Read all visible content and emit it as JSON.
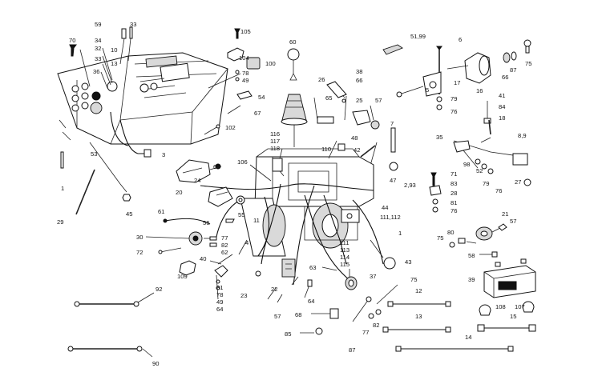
{
  "diagram": {
    "labels": [
      {
        "id": "59",
        "text": "59"
      },
      {
        "id": "33a",
        "text": "33"
      },
      {
        "id": "70",
        "text": "70"
      },
      {
        "id": "34",
        "text": "34"
      },
      {
        "id": "32",
        "text": "32"
      },
      {
        "id": "10",
        "text": "10"
      },
      {
        "id": "33b",
        "text": "33"
      },
      {
        "id": "36",
        "text": "36"
      },
      {
        "id": "13a",
        "text": "13"
      },
      {
        "id": "53",
        "text": "53"
      },
      {
        "id": "3",
        "text": "3"
      },
      {
        "id": "1a",
        "text": "1"
      },
      {
        "id": "29",
        "text": "29"
      },
      {
        "id": "45",
        "text": "45"
      },
      {
        "id": "105",
        "text": "105"
      },
      {
        "id": "104",
        "text": "104"
      },
      {
        "id": "78a",
        "text": "78"
      },
      {
        "id": "49a",
        "text": "49"
      },
      {
        "id": "100",
        "text": "100"
      },
      {
        "id": "54",
        "text": "54"
      },
      {
        "id": "67a",
        "text": "67"
      },
      {
        "id": "102",
        "text": "102"
      },
      {
        "id": "60a",
        "text": "60"
      },
      {
        "id": "26",
        "text": "26"
      },
      {
        "id": "38",
        "text": "38"
      },
      {
        "id": "66",
        "text": "66"
      },
      {
        "id": "65",
        "text": "65"
      },
      {
        "id": "25",
        "text": "25"
      },
      {
        "id": "57a",
        "text": "57"
      },
      {
        "id": "116",
        "text": "116"
      },
      {
        "id": "117",
        "text": "117"
      },
      {
        "id": "118",
        "text": "118"
      },
      {
        "id": "110",
        "text": "110"
      },
      {
        "id": "48",
        "text": "48"
      },
      {
        "id": "42",
        "text": "42"
      },
      {
        "id": "7",
        "text": "7"
      },
      {
        "id": "47",
        "text": "47"
      },
      {
        "id": "2_93",
        "text": "2,93"
      },
      {
        "id": "44",
        "text": "44"
      },
      {
        "id": "111_112",
        "text": "111,112"
      },
      {
        "id": "1b",
        "text": "1"
      },
      {
        "id": "106",
        "text": "106"
      },
      {
        "id": "24",
        "text": "24"
      },
      {
        "id": "60b",
        "text": "60"
      },
      {
        "id": "20",
        "text": "20"
      },
      {
        "id": "55",
        "text": "55"
      },
      {
        "id": "11",
        "text": "11"
      },
      {
        "id": "61",
        "text": "61"
      },
      {
        "id": "56",
        "text": "56"
      },
      {
        "id": "30",
        "text": "30"
      },
      {
        "id": "77a",
        "text": "77"
      },
      {
        "id": "82a",
        "text": "82"
      },
      {
        "id": "62",
        "text": "62"
      },
      {
        "id": "72",
        "text": "72"
      },
      {
        "id": "40",
        "text": "40"
      },
      {
        "id": "4",
        "text": "4"
      },
      {
        "id": "109",
        "text": "109"
      },
      {
        "id": "31",
        "text": "31"
      },
      {
        "id": "78b",
        "text": "78"
      },
      {
        "id": "49b",
        "text": "49"
      },
      {
        "id": "64a",
        "text": "64"
      },
      {
        "id": "23",
        "text": "23"
      },
      {
        "id": "22",
        "text": "22"
      },
      {
        "id": "57b",
        "text": "57"
      },
      {
        "id": "111",
        "text": "111"
      },
      {
        "id": "113",
        "text": "113"
      },
      {
        "id": "114",
        "text": "114"
      },
      {
        "id": "115",
        "text": "115"
      },
      {
        "id": "43",
        "text": "43"
      },
      {
        "id": "63",
        "text": "63"
      },
      {
        "id": "37",
        "text": "37"
      },
      {
        "id": "64b",
        "text": "64"
      },
      {
        "id": "68",
        "text": "68"
      },
      {
        "id": "85",
        "text": "85"
      },
      {
        "id": "87a",
        "text": "87"
      },
      {
        "id": "77b",
        "text": "77"
      },
      {
        "id": "82b",
        "text": "82"
      },
      {
        "id": "75a",
        "text": "75"
      },
      {
        "id": "12",
        "text": "12"
      },
      {
        "id": "13b",
        "text": "13"
      },
      {
        "id": "14",
        "text": "14"
      },
      {
        "id": "92",
        "text": "92"
      },
      {
        "id": "90",
        "text": "90"
      },
      {
        "id": "51_99",
        "text": "51,99"
      },
      {
        "id": "6",
        "text": "6"
      },
      {
        "id": "75b",
        "text": "75"
      },
      {
        "id": "87b",
        "text": "87"
      },
      {
        "id": "66b",
        "text": "66"
      },
      {
        "id": "5",
        "text": "5"
      },
      {
        "id": "17",
        "text": "17"
      },
      {
        "id": "79a",
        "text": "79"
      },
      {
        "id": "76a",
        "text": "76"
      },
      {
        "id": "16",
        "text": "16"
      },
      {
        "id": "41",
        "text": "41"
      },
      {
        "id": "84",
        "text": "84"
      },
      {
        "id": "18",
        "text": "18"
      },
      {
        "id": "8_9",
        "text": "8,9"
      },
      {
        "id": "35",
        "text": "35"
      },
      {
        "id": "98",
        "text": "98"
      },
      {
        "id": "52",
        "text": "52"
      },
      {
        "id": "79b",
        "text": "79"
      },
      {
        "id": "76b",
        "text": "76"
      },
      {
        "id": "27",
        "text": "27"
      },
      {
        "id": "71",
        "text": "71"
      },
      {
        "id": "83",
        "text": "83"
      },
      {
        "id": "28",
        "text": "28"
      },
      {
        "id": "81",
        "text": "81"
      },
      {
        "id": "76c",
        "text": "76"
      },
      {
        "id": "21",
        "text": "21"
      },
      {
        "id": "57c",
        "text": "57"
      },
      {
        "id": "75c",
        "text": "75"
      },
      {
        "id": "80",
        "text": "80"
      },
      {
        "id": "58",
        "text": "58"
      },
      {
        "id": "39",
        "text": "39"
      },
      {
        "id": "108",
        "text": "108"
      },
      {
        "id": "107",
        "text": "107"
      },
      {
        "id": "15",
        "text": "15"
      }
    ]
  }
}
